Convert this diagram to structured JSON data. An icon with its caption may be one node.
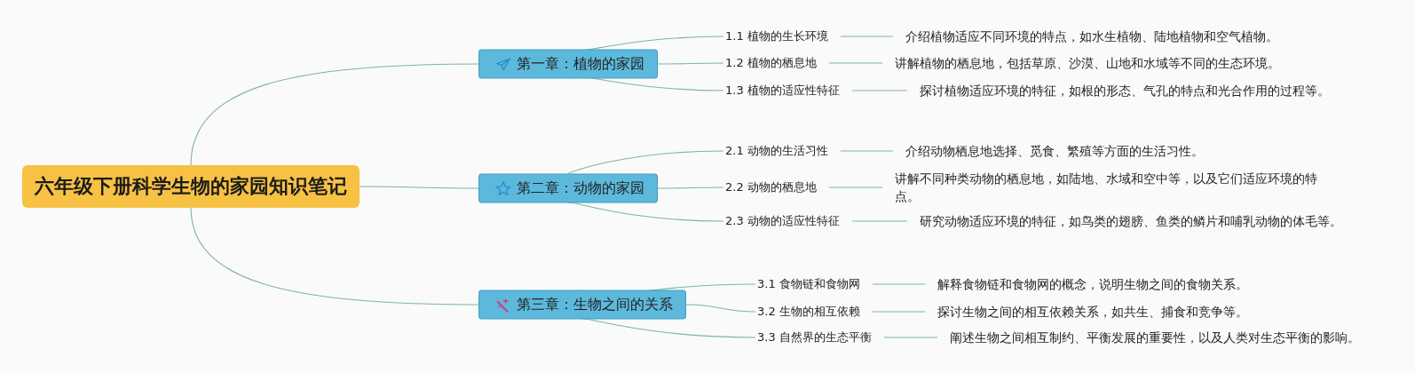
{
  "diagram": {
    "nodes": [
      {
        "text": [
          "六年级下册科学生物的家园知识笔记"
        ]
      },
      {
        "text": [
          "第一章：植物的家园"
        ]
      },
      {
        "text": [
          "1.1 植物的生长环境"
        ]
      },
      {
        "text": [
          "介绍植物适应不同环境的特点，如水生植物、陆地植物和空气植物。"
        ]
      },
      {
        "text": [
          "1.2 植物的栖息地"
        ]
      },
      {
        "text": [
          "讲解植物的栖息地，包括草原、沙漠、山地和水域等不同的生态环境。"
        ]
      },
      {
        "text": [
          "1.3 植物的适应性特征"
        ]
      },
      {
        "text": [
          "探讨植物适应环境的特征，如根的形态、气孔的特点和光合作用的过程等。"
        ]
      },
      {
        "text": [
          "第二章：动物的家园"
        ]
      },
      {
        "text": [
          "2.1 动物的生活习性"
        ]
      },
      {
        "text": [
          "介绍动物栖息地选择、觅食、繁殖等方面的生活习性。"
        ]
      },
      {
        "text": [
          "2.2 动物的栖息地"
        ]
      },
      {
        "text": [
          "讲解不同种类动物的栖息地，如陆地、水域和空中等，以及它们适应环境的特点。"
        ]
      },
      {
        "text": [
          "2.3 动物的适应性特征"
        ]
      },
      {
        "text": [
          "研究动物适应环境的特征，如鸟类的翅膀、鱼类的鳞片和哺乳动物的体毛等。"
        ]
      },
      {
        "text": [
          "第三章：生物之间的关系"
        ]
      },
      {
        "text": [
          "3.1 食物链和食物网"
        ]
      },
      {
        "text": [
          "解释食物链和食物网的概念，说明生物之间的食物关系。"
        ]
      },
      {
        "text": [
          "3.2 生物的相互依赖"
        ]
      },
      {
        "text": [
          "探讨生物之间的相互依赖关系，如共生、捕食和竞争等。"
        ]
      },
      {
        "text": [
          "3.3 自然界的生态平衡"
        ]
      },
      {
        "text": [
          "阐述生物之间相互制约、平衡发展的重要性，以及人类对生态平衡的影响。"
        ]
      }
    ],
    "edges": [
      {
        "from": 0,
        "to": 1,
        "arrow": "none"
      },
      {
        "from": 0,
        "to": 8,
        "arrow": "none"
      },
      {
        "from": 0,
        "to": 15,
        "arrow": "none"
      },
      {
        "from": 1,
        "to": 2,
        "arrow": "none"
      },
      {
        "from": 1,
        "to": 4,
        "arrow": "none"
      },
      {
        "from": 1,
        "to": 6,
        "arrow": "none"
      },
      {
        "from": 2,
        "to": 3,
        "arrow": "none"
      },
      {
        "from": 4,
        "to": 5,
        "arrow": "none"
      },
      {
        "from": 6,
        "to": 7,
        "arrow": "none"
      },
      {
        "from": 8,
        "to": 9,
        "arrow": "none"
      },
      {
        "from": 8,
        "to": 11,
        "arrow": "none"
      },
      {
        "from": 8,
        "to": 13,
        "arrow": "none"
      },
      {
        "from": 9,
        "to": 10,
        "arrow": "none"
      },
      {
        "from": 11,
        "to": 12,
        "arrow": "none"
      },
      {
        "from": 13,
        "to": 14,
        "arrow": "none"
      },
      {
        "from": 15,
        "to": 16,
        "arrow": "none"
      },
      {
        "from": 15,
        "to": 18,
        "arrow": "none"
      },
      {
        "from": 15,
        "to": 20,
        "arrow": "none"
      },
      {
        "from": 16,
        "to": 17,
        "arrow": "none"
      },
      {
        "from": 18,
        "to": 19,
        "arrow": "none"
      },
      {
        "from": 20,
        "to": 21,
        "arrow": "none"
      }
    ]
  }
}
